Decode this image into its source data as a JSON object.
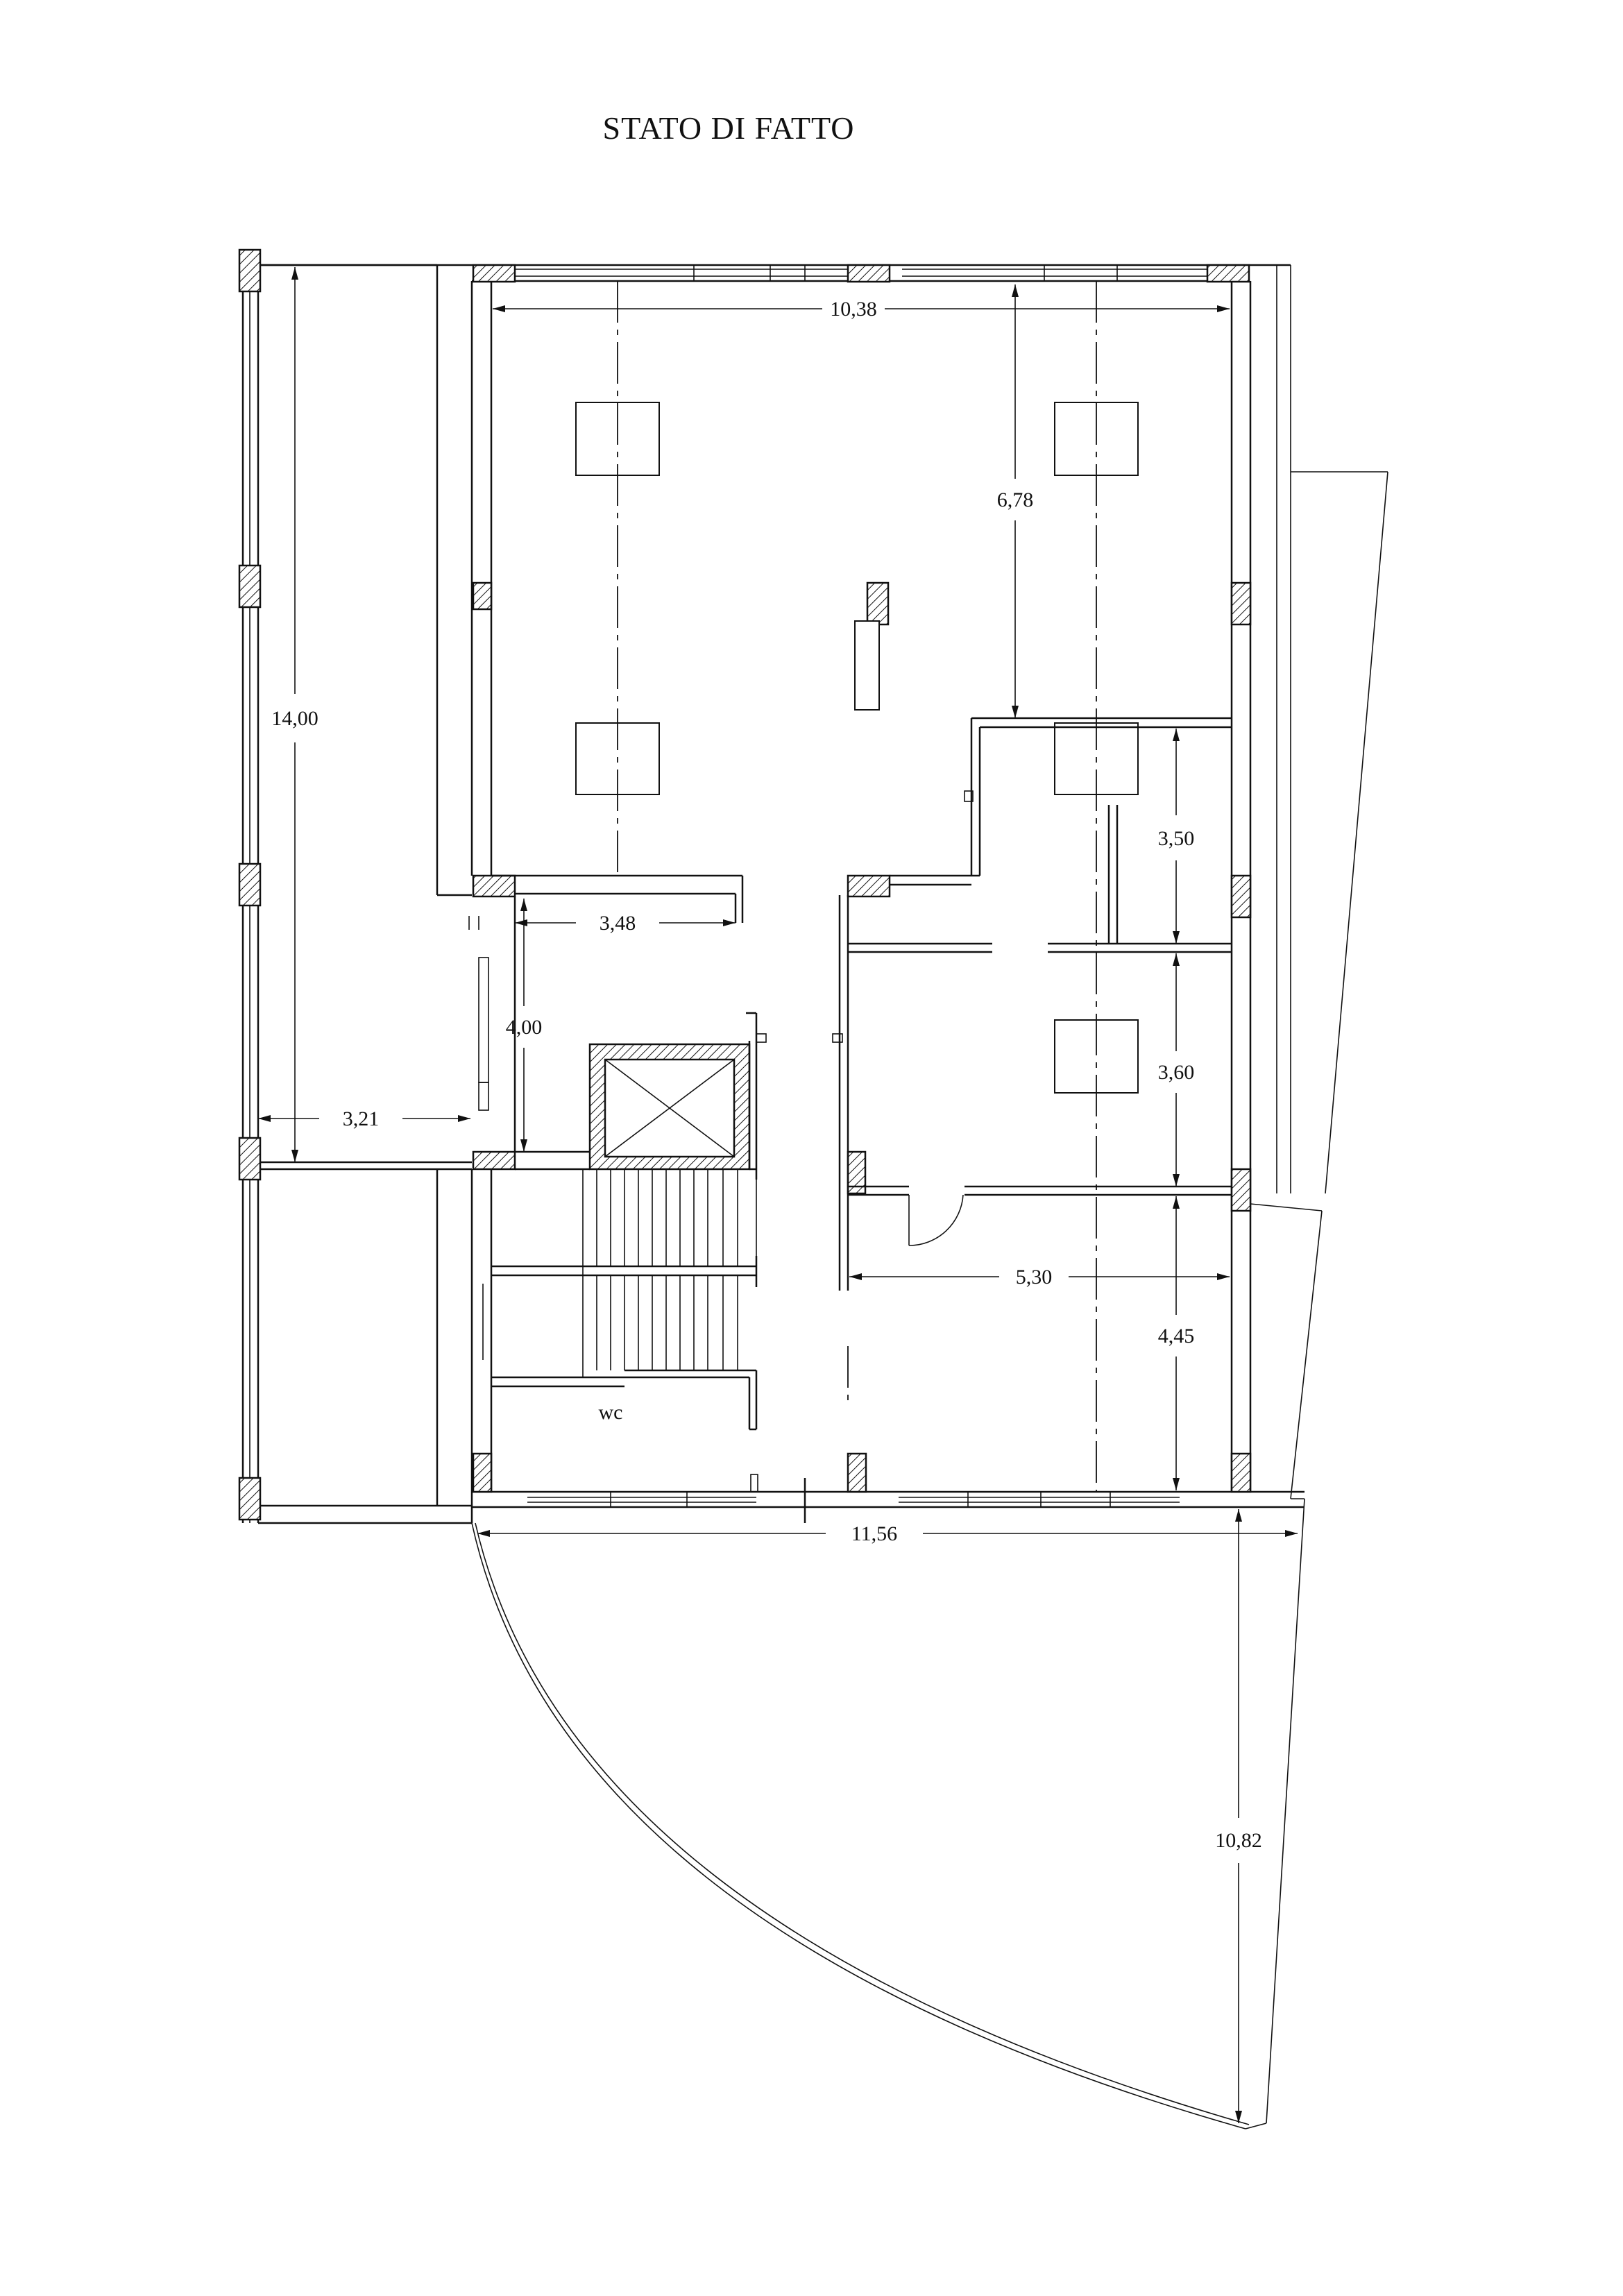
{
  "title": "STATO DI FATTO",
  "room_labels": {
    "wc": "wc"
  },
  "dimensions": {
    "top_width": "10,38",
    "main_room_depth": "6,78",
    "left_corridor_length": "14,00",
    "left_corridor_width": "3,21",
    "stair_hall_width": "3,48",
    "stair_hall_depth": "4,00",
    "office_1_depth": "3,50",
    "office_2_depth": "3,60",
    "office_3_width": "5,30",
    "office_3_depth": "4,45",
    "bottom_width": "11,56",
    "terrace_depth": "10,82"
  }
}
